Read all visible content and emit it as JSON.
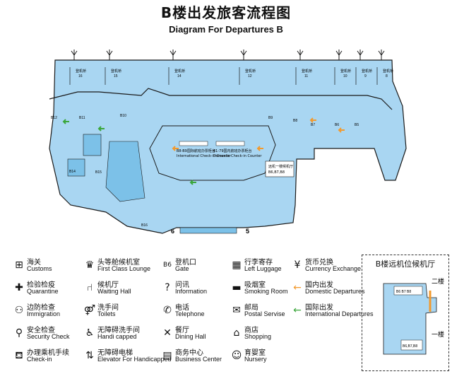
{
  "header": {
    "title_cn": "B楼出发旅客流程图",
    "title_en": "Diagram For Departures B"
  },
  "colors": {
    "floor": "#a9d6f2",
    "area_block": "#7cc1e8",
    "wall": "#1a1a1a",
    "domestic_arrow": "#f29a2e",
    "international_arrow": "#3aa63a"
  },
  "map": {
    "bridges": [
      {
        "cn": "登机桥",
        "num": "16"
      },
      {
        "cn": "登机桥",
        "num": "15"
      },
      {
        "cn": "登机桥",
        "num": "14"
      },
      {
        "cn": "登机桥",
        "num": "12"
      },
      {
        "cn": "登机桥",
        "num": "11"
      },
      {
        "cn": "登机桥",
        "num": "10"
      },
      {
        "cn": "登机桥",
        "num": "9"
      },
      {
        "cn": "登机桥",
        "num": "8"
      }
    ],
    "gates": [
      "B12",
      "B11",
      "B10",
      "B9",
      "B8",
      "B7",
      "B6",
      "B5",
      "B14",
      "B15",
      "B16"
    ],
    "counter_intl": {
      "cn": "B8-B9国际航班办票柜台",
      "en": "International Check-in Counter"
    },
    "counter_dom": {
      "cn": "61-79国内航班办票柜台",
      "en": "Domestic Check-in Counter"
    },
    "remote_lounge_box": {
      "cn": "远机一楼候机厅",
      "gates": "B6,B7,B8"
    },
    "exit_left": "6",
    "exit_right": "5"
  },
  "legend": [
    {
      "icon": "customs-icon",
      "glyph": "⊞",
      "cn": "海关",
      "en": "Customs"
    },
    {
      "icon": "quarantine-icon",
      "glyph": "✚",
      "cn": "检验检疫",
      "en": "Quarantine"
    },
    {
      "icon": "immigration-icon",
      "glyph": "⚇",
      "cn": "边防检查",
      "en": "Immigration"
    },
    {
      "icon": "security-check-icon",
      "glyph": "⚲",
      "cn": "安全检查",
      "en": "Security Check"
    },
    {
      "icon": "check-in-icon",
      "glyph": "⛾",
      "cn": "办理乘机手续",
      "en": "Check-in"
    },
    {
      "icon": "first-class-lounge-icon",
      "glyph": "♛",
      "cn": "头等舱候机室",
      "en": "First Class Lounge"
    },
    {
      "icon": "waiting-hall-icon",
      "glyph": "⑁",
      "cn": "候机厅",
      "en": "Waiting Hall"
    },
    {
      "icon": "toilets-icon",
      "glyph": "⚤",
      "cn": "洗手间",
      "en": "Toilets"
    },
    {
      "icon": "handicapped-icon",
      "glyph": "♿",
      "cn": "无障碍洗手间",
      "en": "Handi capped"
    },
    {
      "icon": "elevator-handicapped-icon",
      "glyph": "⇅",
      "cn": "无障碍电梯",
      "en": "Elevator For Handicapped"
    },
    {
      "icon": "gate-icon",
      "glyph": "B6",
      "cn": "登机口",
      "en": "Gate"
    },
    {
      "icon": "information-icon",
      "glyph": "?",
      "cn": "问讯",
      "en": "Information"
    },
    {
      "icon": "telephone-icon",
      "glyph": "✆",
      "cn": "电话",
      "en": "Telephone"
    },
    {
      "icon": "dining-hall-icon",
      "glyph": "✕",
      "cn": "餐厅",
      "en": "Dining Hall"
    },
    {
      "icon": "business-center-icon",
      "glyph": "▤",
      "cn": "商务中心",
      "en": "Business Center"
    },
    {
      "icon": "left-luggage-icon",
      "glyph": "▦",
      "cn": "行李寄存",
      "en": "Left Luggage"
    },
    {
      "icon": "smoking-room-icon",
      "glyph": "▬",
      "cn": "吸烟室",
      "en": "Smoking Room"
    },
    {
      "icon": "postal-service-icon",
      "glyph": "✉",
      "cn": "邮局",
      "en": "Postal Servise"
    },
    {
      "icon": "shopping-icon",
      "glyph": "⌂",
      "cn": "商店",
      "en": "Shopping"
    },
    {
      "icon": "nursery-icon",
      "glyph": "☺",
      "cn": "育婴室",
      "en": "Nursery"
    },
    {
      "icon": "currency-exchange-icon",
      "glyph": "¥",
      "cn": "货币兑换",
      "en": "Currency Exchange"
    },
    {
      "icon": "domestic-departures-icon",
      "glyph": "←",
      "cn": "国内出发",
      "en": "Domestic Departures"
    },
    {
      "icon": "international-departures-icon",
      "glyph": "←",
      "cn": "国际出发",
      "en": "International Departures"
    }
  ],
  "remote_panel": {
    "title": "B楼远机位候机厅",
    "floor2": "二楼",
    "floor1": "一楼",
    "gates_top": [
      "B6",
      "B7",
      "B8"
    ],
    "gates_bottom": "B6,B7,B8"
  }
}
